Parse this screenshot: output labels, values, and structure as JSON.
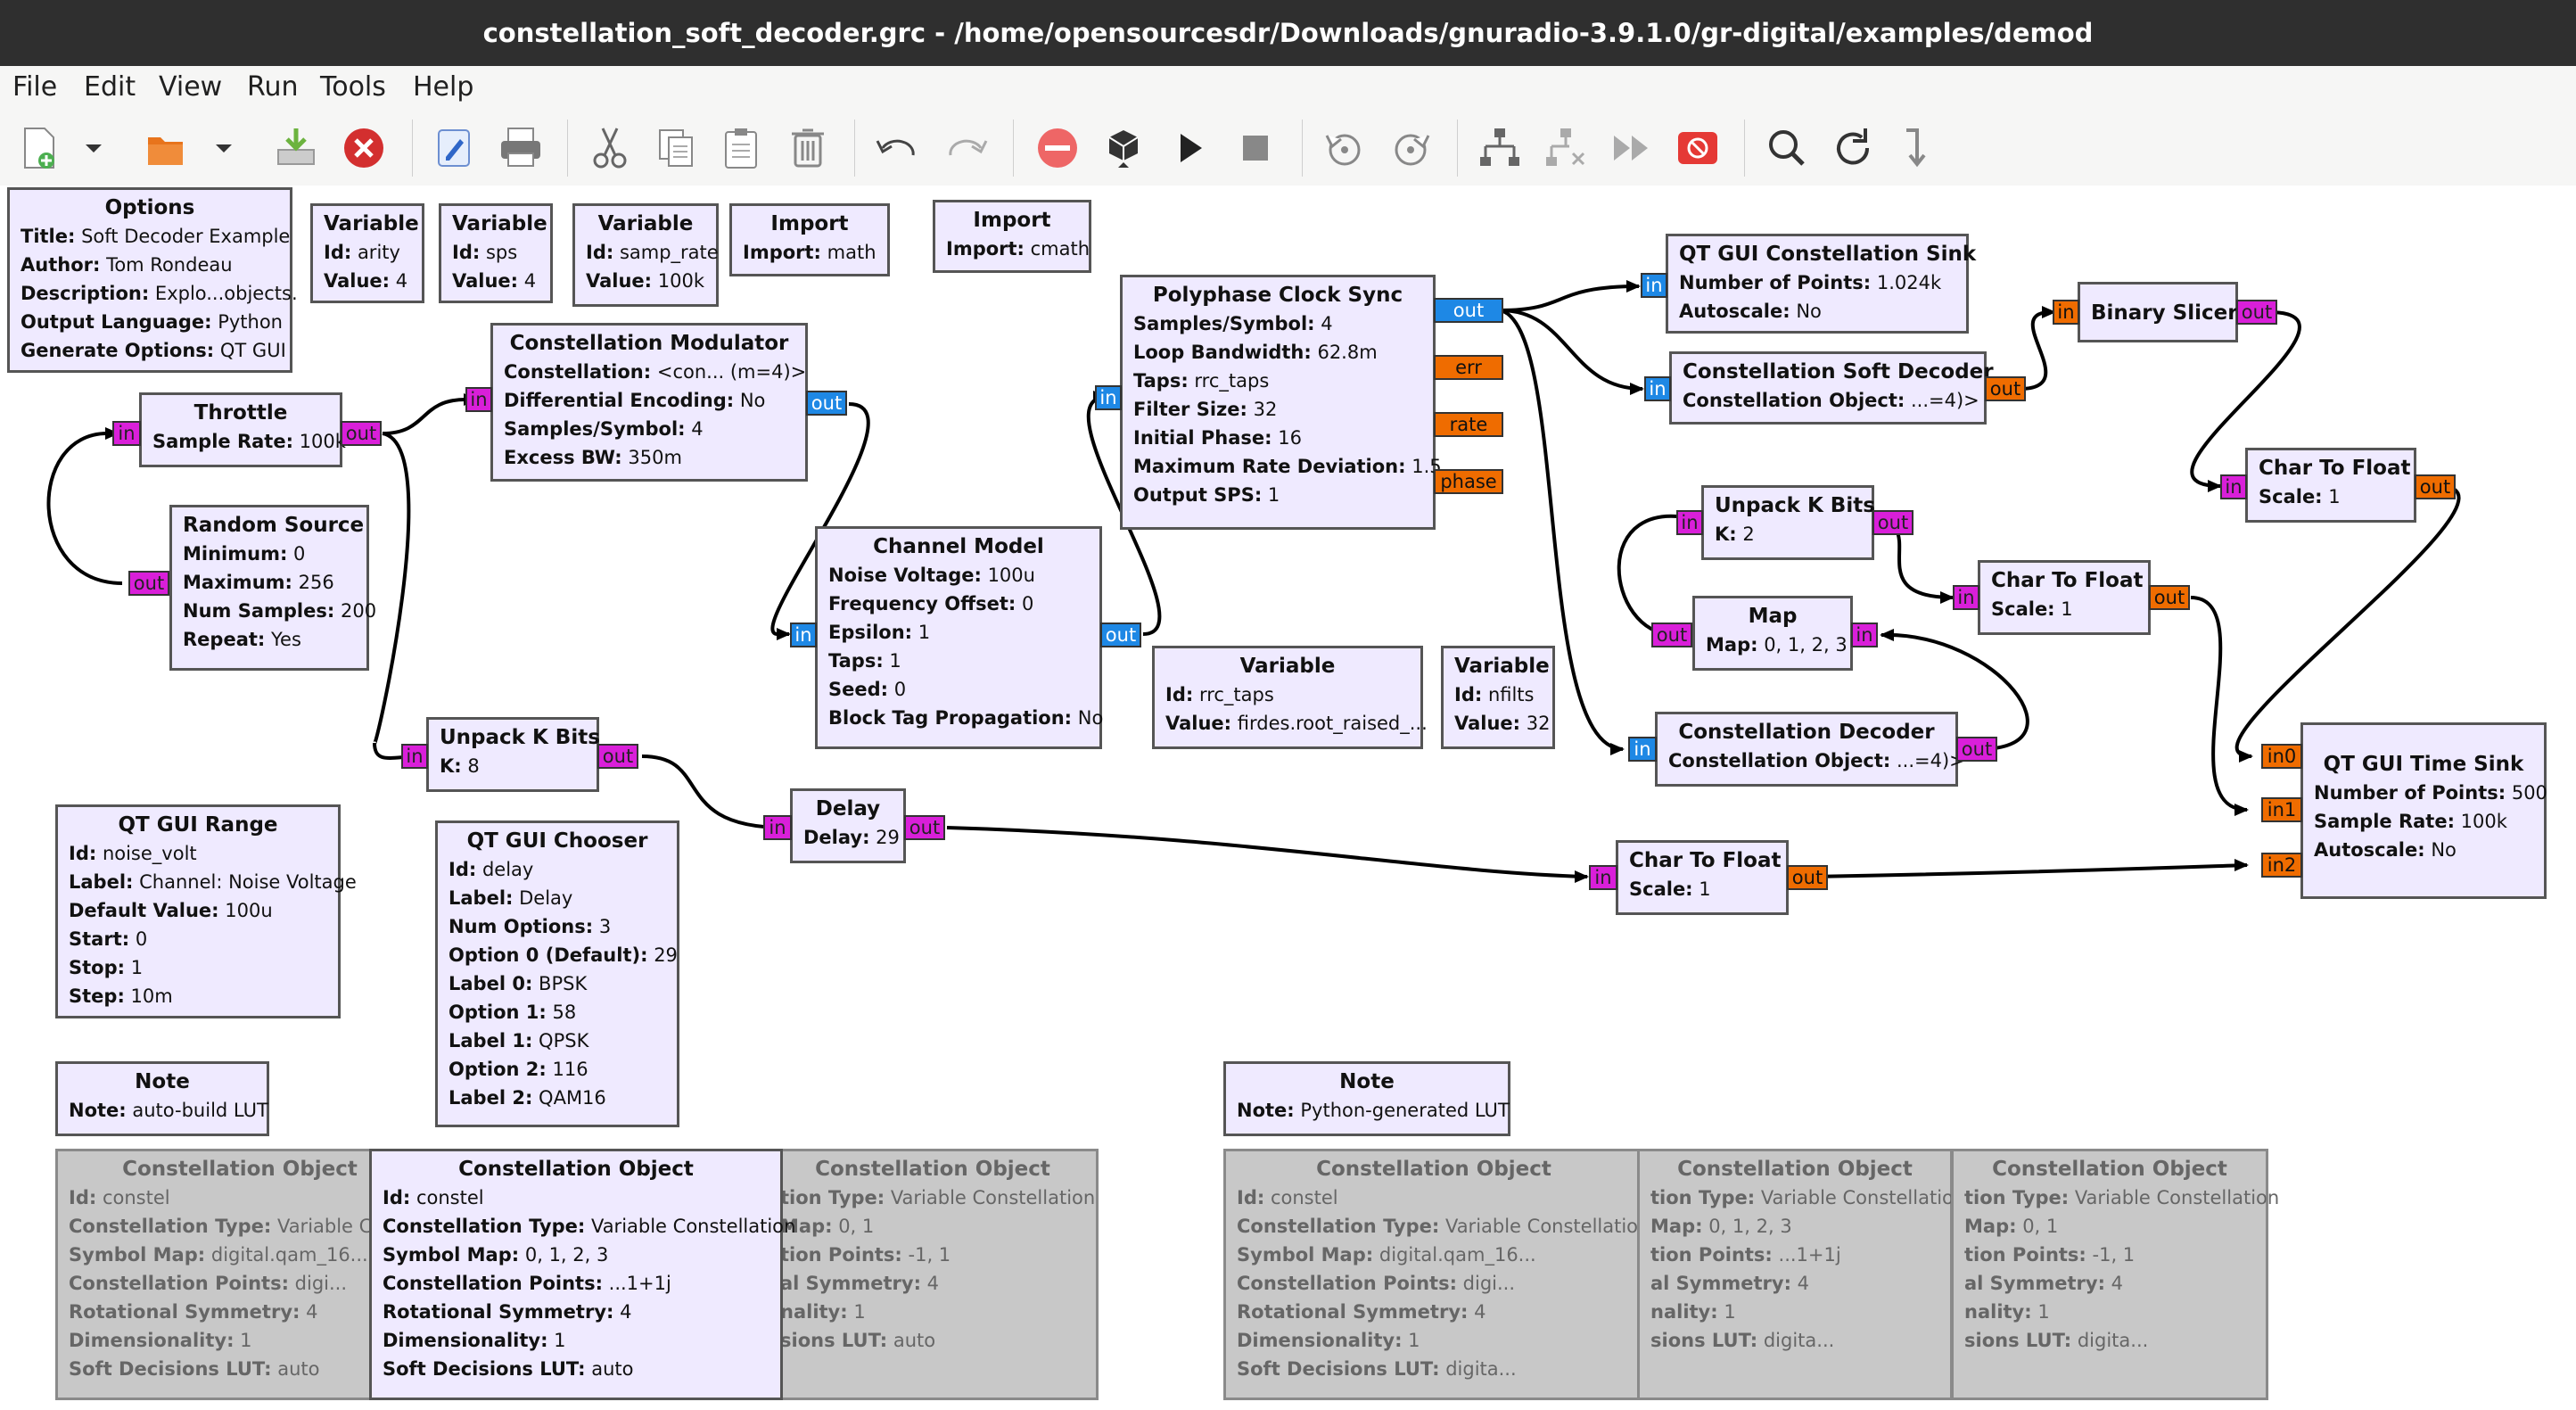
{
  "window": {
    "title": "constellation_soft_decoder.grc - /home/opensourcesdr/Downloads/gnuradio-3.9.1.0/gr-digital/examples/demod"
  },
  "menu": [
    "File",
    "Edit",
    "View",
    "Run",
    "Tools",
    "Help"
  ],
  "toolbar_icons": [
    "new-flowgraph-icon",
    "dropdown-icon",
    "open-icon",
    "dropdown-icon",
    "save-icon",
    "close-icon",
    "properties-icon",
    "print-icon",
    "cut-icon",
    "copy-icon",
    "paste-icon",
    "delete-icon",
    "undo-icon",
    "redo-icon",
    "disable-icon",
    "generate-icon",
    "run-icon",
    "stop-icon",
    "rotate-ccw-icon",
    "rotate-cw-icon",
    "enable-tree-icon",
    "bypass-tree-icon",
    "fast-forward-icon",
    "kill-icon",
    "search-icon",
    "reload-icon",
    "jump-icon"
  ],
  "colors": {
    "block_fill": "#efeaff",
    "disabled_fill": "#c8c8c8",
    "port_byte": "#d91fd9",
    "port_complex": "#1e88e5",
    "port_float": "#ef6c00"
  },
  "blocks": {
    "options": {
      "title": "Options",
      "rows": [
        {
          "k": "Title:",
          "v": "Soft Decoder Example"
        },
        {
          "k": "Author:",
          "v": "Tom Rondeau"
        },
        {
          "k": "Description:",
          "v": "Explo...objects."
        },
        {
          "k": "Output Language:",
          "v": "Python"
        },
        {
          "k": "Generate Options:",
          "v": "QT GUI"
        }
      ]
    },
    "var_arity": {
      "title": "Variable",
      "rows": [
        {
          "k": "Id:",
          "v": "arity"
        },
        {
          "k": "Value:",
          "v": "4"
        }
      ]
    },
    "var_sps": {
      "title": "Variable",
      "rows": [
        {
          "k": "Id:",
          "v": "sps"
        },
        {
          "k": "Value:",
          "v": "4"
        }
      ]
    },
    "var_samp_rate": {
      "title": "Variable",
      "rows": [
        {
          "k": "Id:",
          "v": "samp_rate"
        },
        {
          "k": "Value:",
          "v": "100k"
        }
      ]
    },
    "import_math": {
      "title": "Import",
      "rows": [
        {
          "k": "Import:",
          "v": "math"
        }
      ]
    },
    "import_cmath": {
      "title": "Import",
      "rows": [
        {
          "k": "Import:",
          "v": "cmath"
        }
      ]
    },
    "throttle": {
      "title": "Throttle",
      "rows": [
        {
          "k": "Sample Rate:",
          "v": "100k"
        }
      ],
      "ports": {
        "in": "in",
        "out": "out"
      }
    },
    "random_source": {
      "title": "Random Source",
      "rows": [
        {
          "k": "Minimum:",
          "v": "0"
        },
        {
          "k": "Maximum:",
          "v": "256"
        },
        {
          "k": "Num Samples:",
          "v": "200"
        },
        {
          "k": "Repeat:",
          "v": "Yes"
        }
      ],
      "ports": {
        "out": "out"
      }
    },
    "const_mod": {
      "title": "Constellation Modulator",
      "rows": [
        {
          "k": "Constellation:",
          "v": "<con... (m=4)>"
        },
        {
          "k": "Differential Encoding:",
          "v": "No"
        },
        {
          "k": "Samples/Symbol:",
          "v": "4"
        },
        {
          "k": "Excess BW:",
          "v": "350m"
        }
      ],
      "ports": {
        "in": "in",
        "out": "out"
      }
    },
    "channel_model": {
      "title": "Channel Model",
      "rows": [
        {
          "k": "Noise Voltage:",
          "v": "100u"
        },
        {
          "k": "Frequency Offset:",
          "v": "0"
        },
        {
          "k": "Epsilon:",
          "v": "1"
        },
        {
          "k": "Taps:",
          "v": "1"
        },
        {
          "k": "Seed:",
          "v": "0"
        },
        {
          "k": "Block Tag Propagation:",
          "v": "No"
        }
      ],
      "ports": {
        "in": "in",
        "out": "out"
      }
    },
    "poly_clock": {
      "title": "Polyphase Clock Sync",
      "rows": [
        {
          "k": "Samples/Symbol:",
          "v": "4"
        },
        {
          "k": "Loop Bandwidth:",
          "v": "62.8m"
        },
        {
          "k": "Taps:",
          "v": "rrc_taps"
        },
        {
          "k": "Filter Size:",
          "v": "32"
        },
        {
          "k": "Initial Phase:",
          "v": "16"
        },
        {
          "k": "Maximum Rate Deviation:",
          "v": "1.5"
        },
        {
          "k": "Output SPS:",
          "v": "1"
        }
      ],
      "ports": {
        "in": "in",
        "out": "out",
        "err": "err",
        "rate": "rate",
        "phase": "phase"
      }
    },
    "var_rrc": {
      "title": "Variable",
      "rows": [
        {
          "k": "Id:",
          "v": "rrc_taps"
        },
        {
          "k": "Value:",
          "v": "firdes.root_raised_..."
        }
      ]
    },
    "var_nfilts": {
      "title": "Variable",
      "rows": [
        {
          "k": "Id:",
          "v": "nfilts"
        },
        {
          "k": "Value:",
          "v": "32"
        }
      ]
    },
    "qt_const_sink": {
      "title": "QT GUI Constellation Sink",
      "rows": [
        {
          "k": "Number of Points:",
          "v": "1.024k"
        },
        {
          "k": "Autoscale:",
          "v": "No"
        }
      ],
      "ports": {
        "in": "in"
      }
    },
    "const_soft_dec": {
      "title": "Constellation Soft Decoder",
      "rows": [
        {
          "k": "Constellation Object:",
          "v": "...=4)>"
        }
      ],
      "ports": {
        "in": "in",
        "out": "out"
      }
    },
    "binary_slicer": {
      "title": "Binary Slicer",
      "rows": [],
      "ports": {
        "in": "in",
        "out": "out"
      }
    },
    "char_to_float_1": {
      "title": "Char To Float",
      "rows": [
        {
          "k": "Scale:",
          "v": "1"
        }
      ],
      "ports": {
        "in": "in",
        "out": "out"
      }
    },
    "unpack_k_bits_2": {
      "title": "Unpack K Bits",
      "rows": [
        {
          "k": "K:",
          "v": "2"
        }
      ],
      "ports": {
        "in": "in",
        "out": "out"
      }
    },
    "map": {
      "title": "Map",
      "rows": [
        {
          "k": "Map:",
          "v": "0, 1, 2, 3"
        }
      ],
      "ports": {
        "in": "in",
        "out": "out"
      }
    },
    "char_to_float_2": {
      "title": "Char To Float",
      "rows": [
        {
          "k": "Scale:",
          "v": "1"
        }
      ],
      "ports": {
        "in": "in",
        "out": "out"
      }
    },
    "const_decoder": {
      "title": "Constellation Decoder",
      "rows": [
        {
          "k": "Constellation Object:",
          "v": "...=4)>"
        }
      ],
      "ports": {
        "in": "in",
        "out": "out"
      }
    },
    "qt_time_sink": {
      "title": "QT GUI Time Sink",
      "rows": [
        {
          "k": "Number of Points:",
          "v": "500"
        },
        {
          "k": "Sample Rate:",
          "v": "100k"
        },
        {
          "k": "Autoscale:",
          "v": "No"
        }
      ],
      "ports": {
        "in0": "in0",
        "in1": "in1",
        "in2": "in2"
      }
    },
    "unpack_k_bits_8": {
      "title": "Unpack K Bits",
      "rows": [
        {
          "k": "K:",
          "v": "8"
        }
      ],
      "ports": {
        "in": "in",
        "out": "out"
      }
    },
    "delay": {
      "title": "Delay",
      "rows": [
        {
          "k": "Delay:",
          "v": "29"
        }
      ],
      "ports": {
        "in": "in",
        "out": "out"
      }
    },
    "char_to_float_3": {
      "title": "Char To Float",
      "rows": [
        {
          "k": "Scale:",
          "v": "1"
        }
      ],
      "ports": {
        "in": "in",
        "out": "out"
      }
    },
    "qt_range": {
      "title": "QT GUI Range",
      "rows": [
        {
          "k": "Id:",
          "v": "noise_volt"
        },
        {
          "k": "Label:",
          "v": "Channel: Noise Voltage"
        },
        {
          "k": "Default Value:",
          "v": "100u"
        },
        {
          "k": "Start:",
          "v": "0"
        },
        {
          "k": "Stop:",
          "v": "1"
        },
        {
          "k": "Step:",
          "v": "10m"
        }
      ]
    },
    "qt_chooser": {
      "title": "QT GUI Chooser",
      "rows": [
        {
          "k": "Id:",
          "v": "delay"
        },
        {
          "k": "Label:",
          "v": "Delay"
        },
        {
          "k": "Num Options:",
          "v": "3"
        },
        {
          "k": "Option 0 (Default):",
          "v": "29"
        },
        {
          "k": "Label 0:",
          "v": "BPSK"
        },
        {
          "k": "Option 1:",
          "v": "58"
        },
        {
          "k": "Label 1:",
          "v": "QPSK"
        },
        {
          "k": "Option 2:",
          "v": "116"
        },
        {
          "k": "Label 2:",
          "v": "QAM16"
        }
      ]
    },
    "note_1": {
      "title": "Note",
      "rows": [
        {
          "k": "Note:",
          "v": "auto-build LUT"
        }
      ]
    },
    "note_2": {
      "title": "Note",
      "rows": [
        {
          "k": "Note:",
          "v": "Python-generated LUT"
        }
      ]
    },
    "co_dis_1": {
      "title": "Constellation Object",
      "rows": [
        {
          "k": "Id:",
          "v": "constel"
        },
        {
          "k": "Constellation Type:",
          "v": "Variable Co"
        },
        {
          "k": "Symbol Map:",
          "v": "digital.qam_16..."
        },
        {
          "k": "Constellation Points:",
          "v": "digi..."
        },
        {
          "k": "Rotational Symmetry:",
          "v": "4"
        },
        {
          "k": "Dimensionality:",
          "v": "1"
        },
        {
          "k": "Soft Decisions LUT:",
          "v": "auto"
        }
      ]
    },
    "co_dis_2": {
      "title": "Constellation Object",
      "rows": [
        {
          "k": "",
          "v": ""
        },
        {
          "k": "tion Type:",
          "v": "Variable Constellation"
        },
        {
          "k": "Map:",
          "v": "0, 1"
        },
        {
          "k": "tion Points:",
          "v": "-1, 1"
        },
        {
          "k": "al Symmetry:",
          "v": "4"
        },
        {
          "k": "nality:",
          "v": "1"
        },
        {
          "k": "sions LUT:",
          "v": "auto"
        }
      ]
    },
    "co_main": {
      "title": "Constellation Object",
      "rows": [
        {
          "k": "Id:",
          "v": "constel"
        },
        {
          "k": "Constellation Type:",
          "v": "Variable Constellation"
        },
        {
          "k": "Symbol Map:",
          "v": "0, 1, 2, 3"
        },
        {
          "k": "Constellation Points:",
          "v": "...1+1j"
        },
        {
          "k": "Rotational Symmetry:",
          "v": "4"
        },
        {
          "k": "Dimensionality:",
          "v": "1"
        },
        {
          "k": "Soft Decisions LUT:",
          "v": "auto"
        }
      ]
    },
    "co_dis_3": {
      "title": "Constellation Object",
      "rows": [
        {
          "k": "Id:",
          "v": "constel"
        },
        {
          "k": "Constellation Type:",
          "v": "Variable Constellation"
        },
        {
          "k": "Symbol Map:",
          "v": "digital.qam_16..."
        },
        {
          "k": "Constellation Points:",
          "v": "digi..."
        },
        {
          "k": "Rotational Symmetry:",
          "v": "4"
        },
        {
          "k": "Dimensionality:",
          "v": "1"
        },
        {
          "k": "Soft Decisions LUT:",
          "v": "digita..."
        }
      ]
    },
    "co_dis_4": {
      "title": "Constellation Object",
      "rows": [
        {
          "k": "",
          "v": ""
        },
        {
          "k": "tion Type:",
          "v": "Variable Constellation"
        },
        {
          "k": "Map:",
          "v": "0, 1, 2, 3"
        },
        {
          "k": "tion Points:",
          "v": "...1+1j"
        },
        {
          "k": "al Symmetry:",
          "v": "4"
        },
        {
          "k": "nality:",
          "v": "1"
        },
        {
          "k": "sions LUT:",
          "v": "digita..."
        }
      ]
    },
    "co_dis_5": {
      "title": "Constellation Object",
      "rows": [
        {
          "k": "",
          "v": ""
        },
        {
          "k": "tion Type:",
          "v": "Variable Constellation"
        },
        {
          "k": "Map:",
          "v": "0, 1"
        },
        {
          "k": "tion Points:",
          "v": "-1, 1"
        },
        {
          "k": "al Symmetry:",
          "v": "4"
        },
        {
          "k": "nality:",
          "v": "1"
        },
        {
          "k": "sions LUT:",
          "v": "digita..."
        }
      ]
    }
  }
}
